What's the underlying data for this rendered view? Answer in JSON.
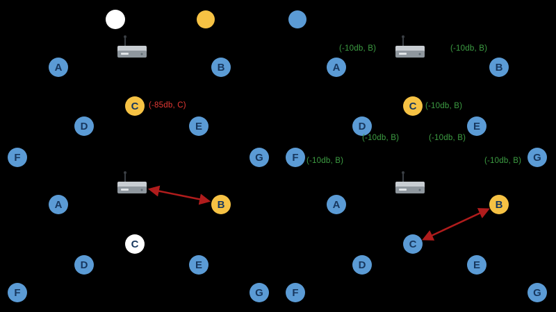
{
  "colors": {
    "background": "#000000",
    "node_blue": "#5b9bd5",
    "node_yellow": "#f6c244",
    "node_white": "#ffffff",
    "node_text": "#17375e",
    "annotation_green": "#3d9e43",
    "annotation_red": "#e53935",
    "arrow_red": "#b01c1c"
  },
  "legend": [
    {
      "name": "white-marker",
      "color": "#ffffff"
    },
    {
      "name": "yellow-marker",
      "color": "#f6c244"
    },
    {
      "name": "blue-marker",
      "color": "#5b9bd5"
    }
  ],
  "panels": [
    {
      "id": "top-left",
      "nodes": [
        {
          "label": "A",
          "color": "blue"
        },
        {
          "label": "B",
          "color": "blue"
        },
        {
          "label": "C",
          "color": "yellow"
        },
        {
          "label": "D",
          "color": "blue"
        },
        {
          "label": "E",
          "color": "blue"
        },
        {
          "label": "F",
          "color": "blue"
        },
        {
          "label": "G",
          "color": "blue"
        }
      ],
      "annotations": [
        {
          "text": "(-85db, C)",
          "color": "red",
          "near": "C"
        }
      ]
    },
    {
      "id": "top-right",
      "nodes": [
        {
          "label": "A",
          "color": "blue"
        },
        {
          "label": "B",
          "color": "blue"
        },
        {
          "label": "C",
          "color": "yellow"
        },
        {
          "label": "D",
          "color": "blue"
        },
        {
          "label": "E",
          "color": "blue"
        },
        {
          "label": "F",
          "color": "blue"
        },
        {
          "label": "G",
          "color": "blue"
        }
      ],
      "annotations": [
        {
          "text": "(-10db, B)",
          "color": "green",
          "near": "A"
        },
        {
          "text": "(-10db, B)",
          "color": "green",
          "near": "B"
        },
        {
          "text": "(-10db, B)",
          "color": "green",
          "near": "C"
        },
        {
          "text": "(-10db, B)",
          "color": "green",
          "near": "D"
        },
        {
          "text": "(-10db, B)",
          "color": "green",
          "near": "E"
        },
        {
          "text": "(-10db, B)",
          "color": "green",
          "near": "F"
        },
        {
          "text": "(-10db, B)",
          "color": "green",
          "near": "G"
        }
      ]
    },
    {
      "id": "bottom-left",
      "nodes": [
        {
          "label": "A",
          "color": "blue"
        },
        {
          "label": "B",
          "color": "yellow"
        },
        {
          "label": "C",
          "color": "white"
        },
        {
          "label": "D",
          "color": "blue"
        },
        {
          "label": "E",
          "color": "blue"
        },
        {
          "label": "F",
          "color": "blue"
        },
        {
          "label": "G",
          "color": "blue"
        }
      ],
      "annotations": [],
      "arrow": {
        "from": "router",
        "to": "B"
      }
    },
    {
      "id": "bottom-right",
      "nodes": [
        {
          "label": "A",
          "color": "blue"
        },
        {
          "label": "B",
          "color": "yellow"
        },
        {
          "label": "C",
          "color": "blue"
        },
        {
          "label": "D",
          "color": "blue"
        },
        {
          "label": "E",
          "color": "blue"
        },
        {
          "label": "F",
          "color": "blue"
        },
        {
          "label": "G",
          "color": "blue"
        }
      ],
      "annotations": [],
      "arrow": {
        "from": "C",
        "to": "B"
      }
    }
  ]
}
